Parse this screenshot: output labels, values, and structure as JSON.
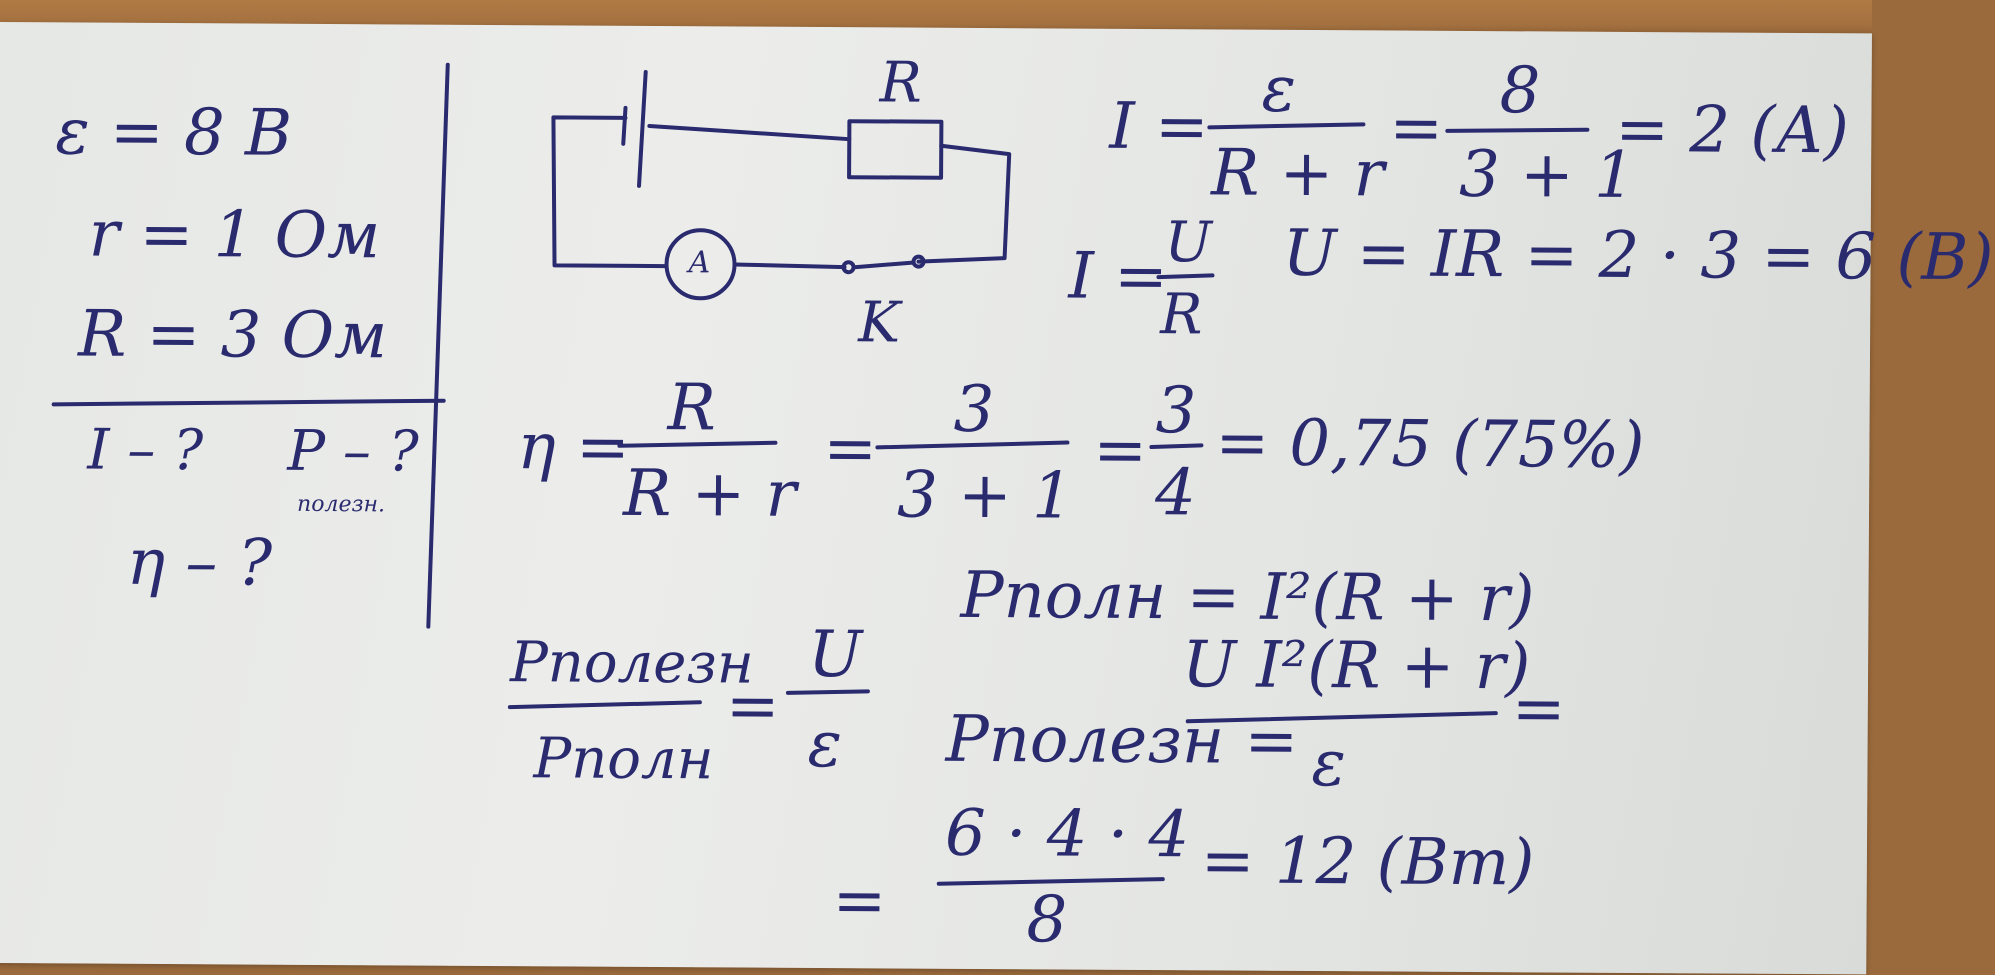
{
  "given": {
    "emf": "ε = 8 В",
    "internal_resistance": "r = 1 Ом",
    "resistance": "R = 3 Ом"
  },
  "find": {
    "current": "I – ?",
    "useful_power": "P – ?",
    "useful_power_sub": "полезн.",
    "efficiency": "η – ?"
  },
  "circuit": {
    "resistor_label": "R",
    "ammeter_label": "A",
    "key_label": "K"
  },
  "solution": {
    "current_lhs": "I =",
    "current_frac_num": "ε",
    "current_frac_den": "R + r",
    "current_eq2": "=",
    "current_num2": "8",
    "current_den2": "3 + 1",
    "current_result": "= 2 (А)",
    "ohm_lhs": "I =",
    "ohm_num": "U",
    "ohm_den": "R",
    "voltage": "U = IR = 2 · 3 = 6 (В)",
    "eff_lhs": "η =",
    "eff_num": "R",
    "eff_den": "R + r",
    "eff_eq2": "=",
    "eff_num2": "3",
    "eff_den2": "3 + 1",
    "eff_eq3": "=",
    "eff_num3": "3",
    "eff_den3": "4",
    "eff_result": "= 0,75 (75%)",
    "ratio_num": "Pполезн",
    "ratio_den": "Pполн",
    "ratio_eq": "=",
    "ratio_num2": "U",
    "ratio_den2": "ε",
    "ptotal": "Pполн = I²(R + r)",
    "puseful_lhs": "Pполезн =",
    "puseful_num": "U I²(R + r)",
    "puseful_den": "ε",
    "puseful_eq": "=",
    "final_eq": "=",
    "final_num": "6 · 4 · 4",
    "final_den": "8",
    "final_result": "= 12 (Вт)"
  }
}
